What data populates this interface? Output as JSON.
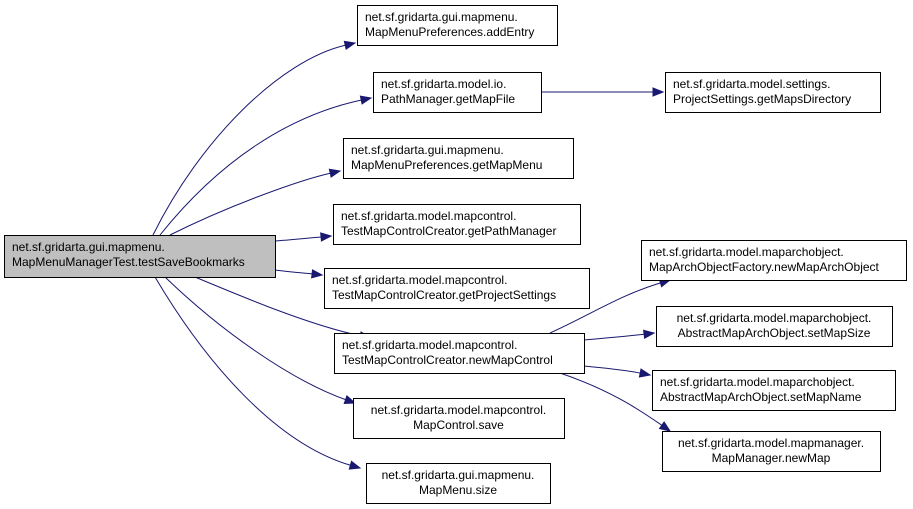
{
  "diagram": {
    "type": "call-graph",
    "edge_color": "#191970",
    "root_fill_color": "#bfbfbf",
    "node_fill_color": "#ffffff",
    "nodes": [
      {
        "id": "root",
        "lines": [
          "net.sf.gridarta.gui.mapmenu.",
          "MapMenuManagerTest.testSaveBookmarks"
        ],
        "align": "left",
        "root": true
      },
      {
        "id": "addEntry",
        "lines": [
          "net.sf.gridarta.gui.mapmenu.",
          "MapMenuPreferences.addEntry"
        ],
        "align": "left"
      },
      {
        "id": "getMapFile",
        "lines": [
          "net.sf.gridarta.model.io.",
          "PathManager.getMapFile"
        ],
        "align": "left"
      },
      {
        "id": "getMapMenu",
        "lines": [
          "net.sf.gridarta.gui.mapmenu.",
          "MapMenuPreferences.getMapMenu"
        ],
        "align": "left"
      },
      {
        "id": "getPathManager",
        "lines": [
          "net.sf.gridarta.model.mapcontrol.",
          "TestMapControlCreator.getPathManager"
        ],
        "align": "left"
      },
      {
        "id": "getProjectSettings",
        "lines": [
          "net.sf.gridarta.model.mapcontrol.",
          "TestMapControlCreator.getProjectSettings"
        ],
        "align": "left"
      },
      {
        "id": "newMapControl",
        "lines": [
          "net.sf.gridarta.model.mapcontrol.",
          "TestMapControlCreator.newMapControl"
        ],
        "align": "left"
      },
      {
        "id": "save",
        "lines": [
          "net.sf.gridarta.model.mapcontrol.",
          "MapControl.save"
        ],
        "align": "center"
      },
      {
        "id": "size",
        "lines": [
          "net.sf.gridarta.gui.mapmenu.",
          "MapMenu.size"
        ],
        "align": "center"
      },
      {
        "id": "getMapsDirectory",
        "lines": [
          "net.sf.gridarta.model.settings.",
          "ProjectSettings.getMapsDirectory"
        ],
        "align": "left"
      },
      {
        "id": "newMapArchObject",
        "lines": [
          "net.sf.gridarta.model.maparchobject.",
          "MapArchObjectFactory.newMapArchObject"
        ],
        "align": "left"
      },
      {
        "id": "setMapSize",
        "lines": [
          "net.sf.gridarta.model.maparchobject.",
          "AbstractMapArchObject.setMapSize"
        ],
        "align": "center"
      },
      {
        "id": "setMapName",
        "lines": [
          "net.sf.gridarta.model.maparchobject.",
          "AbstractMapArchObject.setMapName"
        ],
        "align": "left"
      },
      {
        "id": "newMap",
        "lines": [
          "net.sf.gridarta.model.mapmanager.",
          "MapManager.newMap"
        ],
        "align": "center"
      }
    ],
    "edges": [
      {
        "from": "root",
        "to": "addEntry"
      },
      {
        "from": "root",
        "to": "getMapFile"
      },
      {
        "from": "root",
        "to": "getMapMenu"
      },
      {
        "from": "root",
        "to": "getPathManager"
      },
      {
        "from": "root",
        "to": "getProjectSettings"
      },
      {
        "from": "root",
        "to": "newMapControl"
      },
      {
        "from": "root",
        "to": "save"
      },
      {
        "from": "root",
        "to": "size"
      },
      {
        "from": "getMapFile",
        "to": "getMapsDirectory"
      },
      {
        "from": "newMapControl",
        "to": "newMapArchObject"
      },
      {
        "from": "newMapControl",
        "to": "setMapSize"
      },
      {
        "from": "newMapControl",
        "to": "setMapName"
      },
      {
        "from": "newMapControl",
        "to": "newMap"
      }
    ]
  }
}
